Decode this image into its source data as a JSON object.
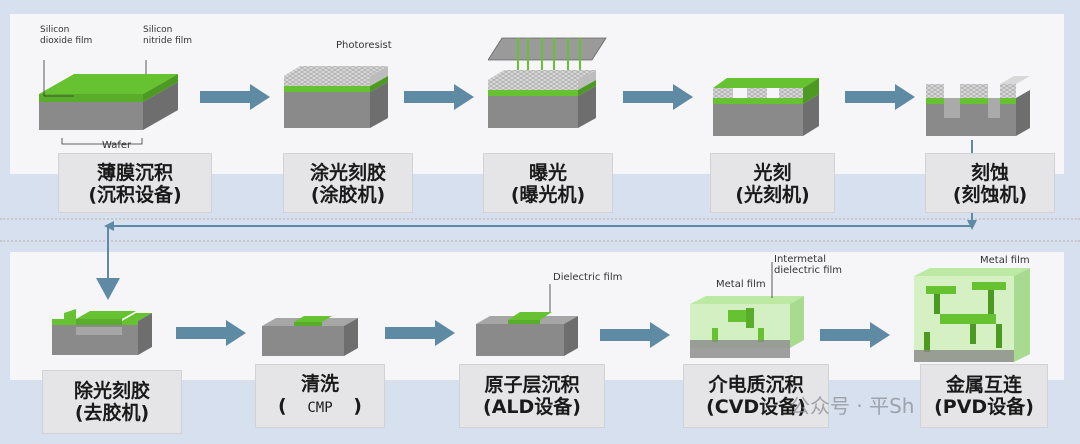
{
  "annotations": {
    "silicon_dioxide": [
      "Silicon",
      "dioxide film"
    ],
    "silicon_nitride": [
      "Silicon",
      "nitride film"
    ],
    "wafer": "Wafer",
    "photoresist": "Photoresist",
    "dielectric": "Dielectric film",
    "metal_film_1": "Metal film",
    "intermetal": [
      "Intermetal",
      "dielectric film"
    ],
    "metal_film_2": "Metal film"
  },
  "steps": [
    {
      "line1": "薄膜沉积",
      "line2": "(沉积设备)"
    },
    {
      "line1": "涂光刻胶",
      "line2": "(涂胶机)"
    },
    {
      "line1": "曝光",
      "line2": "(曝光机)"
    },
    {
      "line1": "光刻",
      "line2": "(光刻机)"
    },
    {
      "line1": "刻蚀",
      "line2": "(刻蚀机)"
    },
    {
      "line1": "除光刻胶",
      "line2": "(去胶机)"
    },
    {
      "line1": "清洗",
      "paren_open": "(",
      "mono": "CMP",
      "paren_close": ")"
    },
    {
      "line1": "原子层沉积",
      "line2": "(ALD设备)"
    },
    {
      "line1": "介电质沉积",
      "line2": "(CVD设备)"
    },
    {
      "line1": "金属互连",
      "line2": "(PVD设备)"
    }
  ],
  "watermark": "公众号 · 平Sh",
  "colors": {
    "green": "#66c230",
    "arrow": "#5f8aa4",
    "grey": "#9a9a9a"
  }
}
